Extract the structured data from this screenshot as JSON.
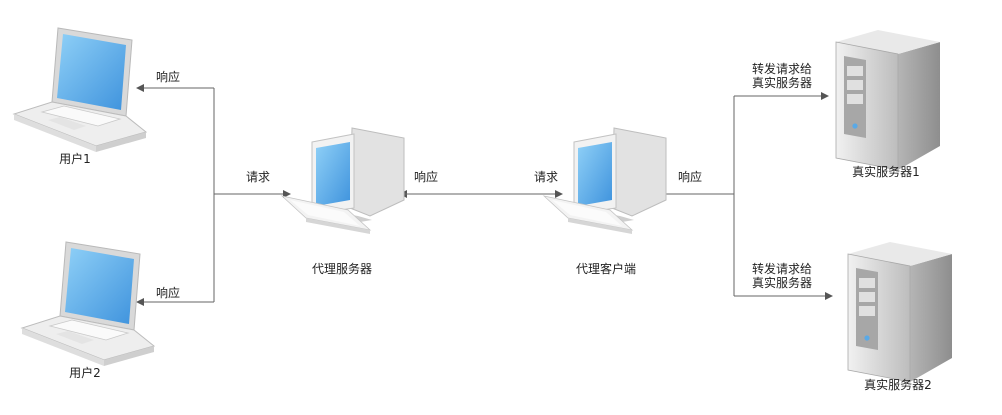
{
  "nodes": {
    "user1": {
      "label": "用户1"
    },
    "user2": {
      "label": "用户2"
    },
    "proxy_server": {
      "label": "代理服务器"
    },
    "proxy_client": {
      "label": "代理客户端"
    },
    "real_server1": {
      "label": "真实服务器1"
    },
    "real_server2": {
      "label": "真实服务器2"
    }
  },
  "edges": {
    "response_user1": "响应",
    "response_user2": "响应",
    "request_to_proxy": "请求",
    "response_proxy_to_server": "响应",
    "request_client_to_proxy": "请求",
    "response_to_client": "响应",
    "forward_server1": [
      "转发请求给",
      "真实服务器"
    ],
    "forward_server2": [
      "转发请求给",
      "真实服务器"
    ]
  },
  "colors": {
    "line": "#666666",
    "screen": "#5aa9e6",
    "device_body": "#e6e6e6",
    "server_body": "#c8c8c8"
  },
  "icons": {
    "user1": "laptop-icon",
    "user2": "laptop-icon",
    "proxy_server": "desktop-computer-icon",
    "proxy_client": "desktop-computer-icon",
    "real_server1": "tower-server-icon",
    "real_server2": "tower-server-icon"
  }
}
